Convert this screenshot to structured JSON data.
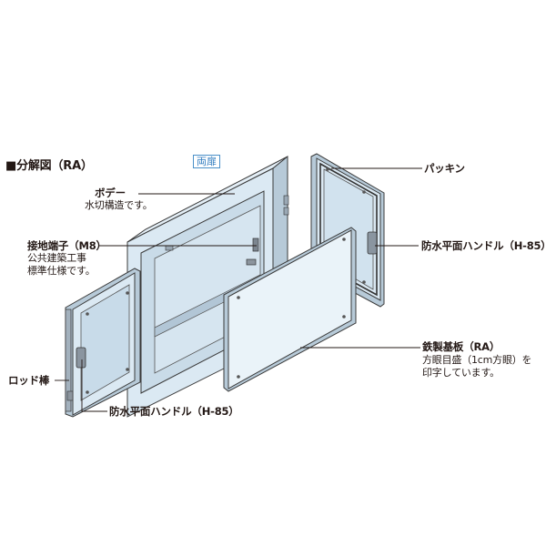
{
  "title": "■分解図（RA）",
  "badge": "両扉",
  "callouts": {
    "body": {
      "label": "ボデー",
      "desc": "水切構造です。"
    },
    "ground": {
      "label": "接地端子（M8）",
      "desc1": "公共建築工事",
      "desc2": "標準仕様です。"
    },
    "rod": {
      "label": "ロッド棒"
    },
    "handle_left": {
      "label": "防水平面ハンドル（H-85）"
    },
    "packing": {
      "label": "パッキン"
    },
    "handle_right": {
      "label": "防水平面ハンドル（H-85）"
    },
    "plate": {
      "label": "鉄製基板（RA）",
      "desc1": "方眼目盛（1cm方眼）を",
      "desc2": "印字しています。"
    }
  },
  "colors": {
    "panel_fill": "#dbe9f3",
    "panel_fill_light": "#eaf3f9",
    "panel_side": "#b7cad8",
    "frame_gray": "#8e9aa5",
    "outline": "#3a3a3a",
    "leader": "#231815",
    "badge_blue": "#2f7bbf"
  }
}
